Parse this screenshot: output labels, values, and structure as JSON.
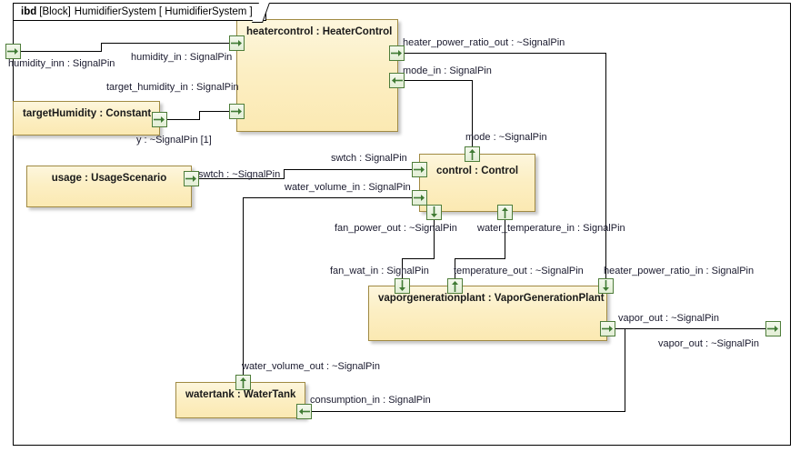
{
  "diagram": {
    "kind": "ibd",
    "stereotype": "[Block]",
    "block_name": "HumidifierSystem",
    "view_name": "[ HumidifierSystem ]",
    "header": "ibd [Block] HumidifierSystem [ HumidifierSystem ]"
  },
  "colors": {
    "part_fill_top": "#fdf6dd",
    "part_fill_bottom": "#fbe9b2",
    "part_border": "#a08a43",
    "port_border": "#4e7d3a",
    "port_fill": "#e2eed5",
    "arrow": "#3f7a33",
    "connector": "#000000",
    "text": "#1a1a2e",
    "frame_border": "#000000",
    "background": "#ffffff"
  },
  "parts": [
    {
      "id": "heatercontrol",
      "label": "heatercontrol : HeaterControl",
      "name": "heatercontrol",
      "type": "HeaterControl"
    },
    {
      "id": "targethumidity",
      "label": "targetHumidity : Constant",
      "name": "targetHumidity",
      "type": "Constant"
    },
    {
      "id": "usage",
      "label": "usage : UsageScenario",
      "name": "usage",
      "type": "UsageScenario"
    },
    {
      "id": "control",
      "label": "control : Control",
      "name": "control",
      "type": "Control"
    },
    {
      "id": "vaporgenerationplant",
      "label": "vaporgenerationplant : VaporGenerationPlant",
      "name": "vaporgenerationplant",
      "type": "VaporGenerationPlant"
    },
    {
      "id": "watertank",
      "label": "watertank : WaterTank",
      "name": "watertank",
      "type": "WaterTank"
    }
  ],
  "port_labels": {
    "humidity_inn": "humidity_inn : SignalPin",
    "humidity_in": "humidity_in : SignalPin",
    "target_humidity_in": "target_humidity_in : SignalPin",
    "heater_power_ratio_out": "heater_power_ratio_out : ~SignalPin",
    "mode_in": "mode_in : SignalPin",
    "y_out": "y : ~SignalPin [1]",
    "swtch_usage_out": "swtch : ~SignalPin",
    "swtch_control_in": "swtch : SignalPin",
    "water_volume_in": "water_volume_in : SignalPin",
    "mode_out": "mode : ~SignalPin",
    "fan_power_out": "fan_power_out : ~SignalPin",
    "water_temperature_in": "water_temperature_in : SignalPin",
    "fan_wat_in": "fan_wat_in : SignalPin",
    "temperature_out": "temperature_out : ~SignalPin",
    "heater_power_ratio_in": "heater_power_ratio_in : SignalPin",
    "vapor_out_plant": "vapor_out : ~SignalPin",
    "vapor_out_system": "vapor_out : ~SignalPin",
    "water_volume_out": "water_volume_out : ~SignalPin",
    "consumption_in": "consumption_in : SignalPin"
  },
  "port_directions": {
    "humidity_inn": "right",
    "humidity_in": "right",
    "target_humidity_in": "right",
    "heater_power_ratio_out": "right",
    "mode_in": "left",
    "y_out": "right",
    "swtch_usage_out": "right",
    "swtch_control_in": "right",
    "water_volume_in": "right",
    "mode_out": "up",
    "fan_power_out": "down",
    "water_temperature_in": "up",
    "fan_wat_in": "down",
    "temperature_out": "up",
    "heater_power_ratio_in": "down",
    "vapor_out_plant": "right",
    "vapor_out_system": "right",
    "water_volume_out": "up",
    "consumption_in": "left"
  }
}
